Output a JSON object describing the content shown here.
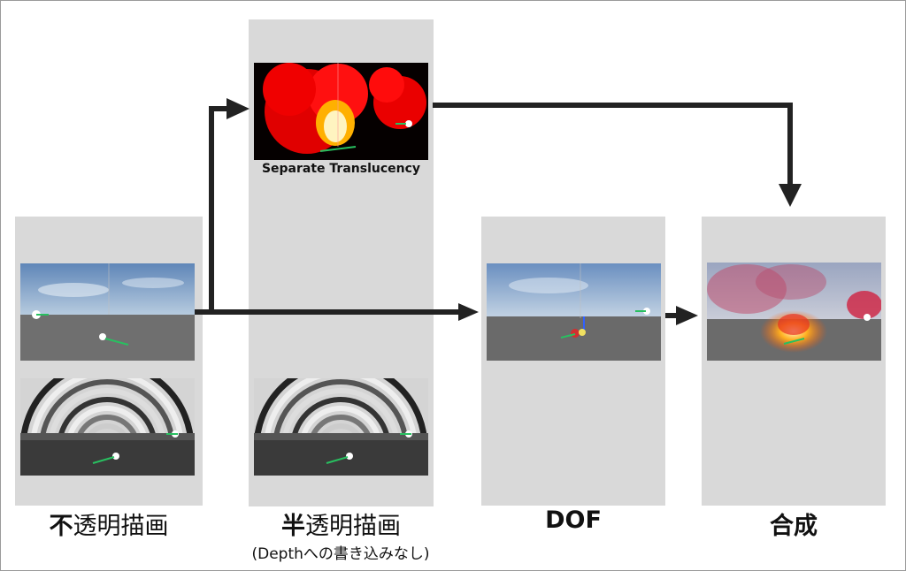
{
  "stages": {
    "opaque": {
      "label_bold": "不",
      "label_rest": "透明描画"
    },
    "translucent": {
      "label_bold": "半",
      "label_rest": "透明描画",
      "note": "(Depthへの書き込みなし)"
    },
    "separate": {
      "label": "Separate Translucency"
    },
    "dof": {
      "label": "DOF"
    },
    "composite": {
      "label": "合成"
    }
  }
}
